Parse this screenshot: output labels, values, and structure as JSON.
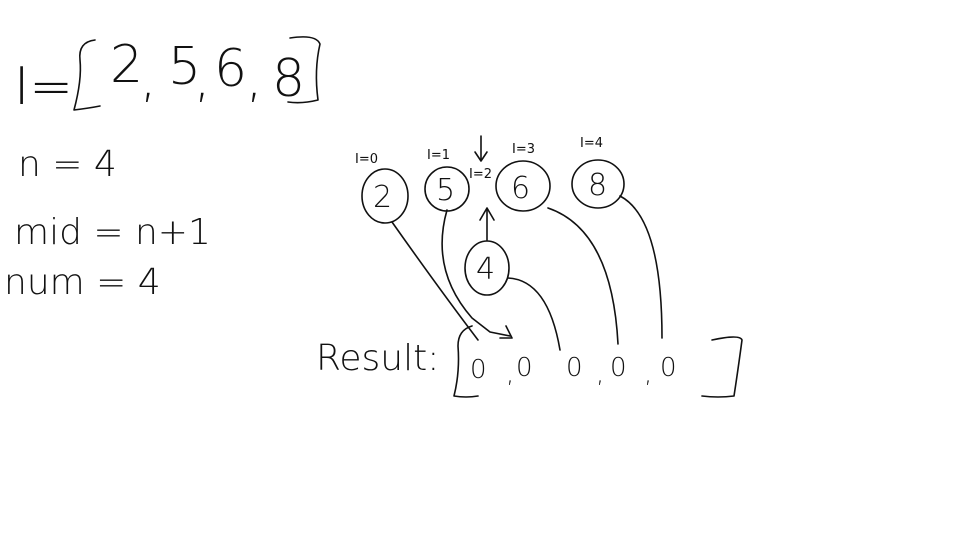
{
  "array_def": {
    "name": "I=",
    "values": [
      "2",
      "5",
      "6",
      "8"
    ],
    "commas": [
      ",",
      ",",
      ","
    ]
  },
  "vars": {
    "n": "n = 4",
    "mid": "mid = n+1",
    "num": "num = 4"
  },
  "nodes": [
    {
      "index_label": "I=0",
      "value": "2"
    },
    {
      "index_label": "I=1",
      "value": "5"
    },
    {
      "index_label": "I=2",
      "value": "6"
    },
    {
      "index_label": "I=3",
      "value": "8"
    }
  ],
  "index_label_extra": "I=4",
  "inserted_node": {
    "value": "4"
  },
  "result": {
    "label": "Result:",
    "slots": [
      "0",
      "0",
      "0",
      "0",
      "0"
    ],
    "commas": [
      ",",
      ",",
      ","
    ]
  }
}
